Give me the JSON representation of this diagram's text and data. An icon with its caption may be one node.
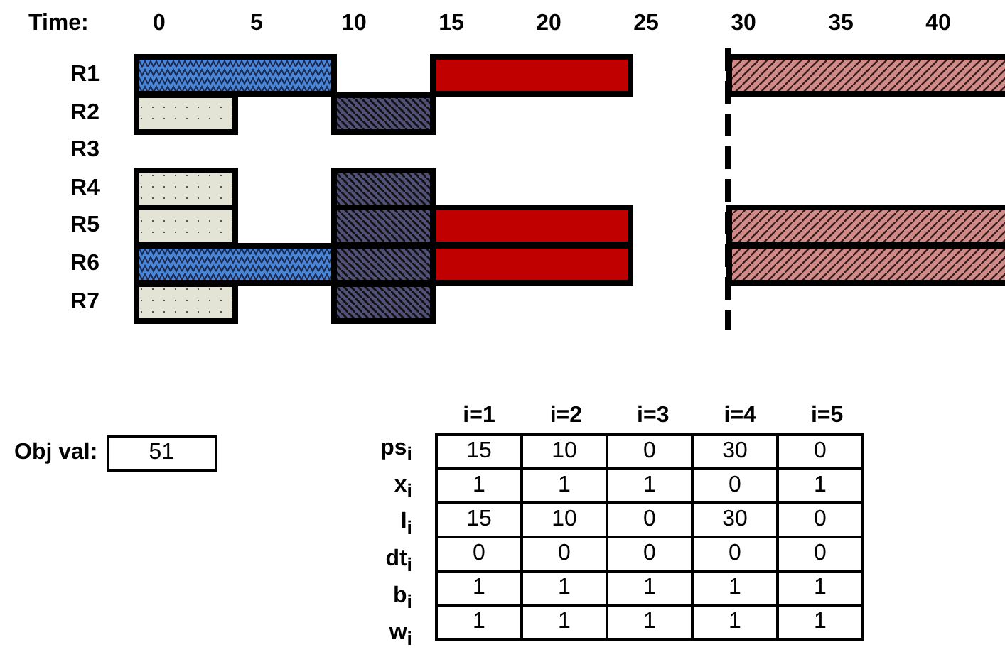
{
  "diagram": {
    "nodes": [
      {
        "text": [],
        "shape": "bar"
      },
      {
        "text": [],
        "shape": "bar"
      },
      {
        "text": [],
        "shape": "bar"
      },
      {
        "text": [],
        "shape": "bar"
      },
      {
        "text": [],
        "shape": "bar"
      },
      {
        "text": [],
        "shape": "bar"
      },
      {
        "text": [],
        "shape": "bar"
      },
      {
        "text": [],
        "shape": "bar"
      },
      {
        "text": [],
        "shape": "bar"
      },
      {
        "text": [],
        "shape": "bar"
      },
      {
        "text": [],
        "shape": "bar"
      },
      {
        "text": [],
        "shape": "bar"
      },
      {
        "text": [],
        "shape": "bar"
      },
      {
        "text": [],
        "shape": "bar"
      },
      {
        "text": [],
        "shape": "bar"
      },
      {
        "text": [],
        "shape": "bar"
      },
      {
        "text": [],
        "shape": "bar"
      },
      {
        "text": [
          "Obj val:",
          "51"
        ]
      }
    ],
    "edges": [],
    "labels": [
      "Time:",
      "0",
      "5",
      "10",
      "15",
      "20",
      "25",
      "30",
      "35",
      "40",
      "R1",
      "R2",
      "R3",
      "R4",
      "R5",
      "R6",
      "R7",
      "i=1",
      "i=2",
      "i=3",
      "i=4",
      "i=5",
      "ps$_{i}$",
      "15",
      "10",
      "0",
      "30",
      "0",
      "x$_{i}$",
      "1",
      "1",
      "1",
      "0",
      "1",
      "l$_{i}$",
      "15",
      "10",
      "0",
      "30",
      "0",
      "dt$_{i}$",
      "0",
      "0",
      "0",
      "0",
      "0",
      "b$_{i}$",
      "1",
      "1",
      "1",
      "1",
      "1",
      "w$_{i}$",
      "1",
      "1",
      "1",
      "1",
      "1"
    ]
  }
}
